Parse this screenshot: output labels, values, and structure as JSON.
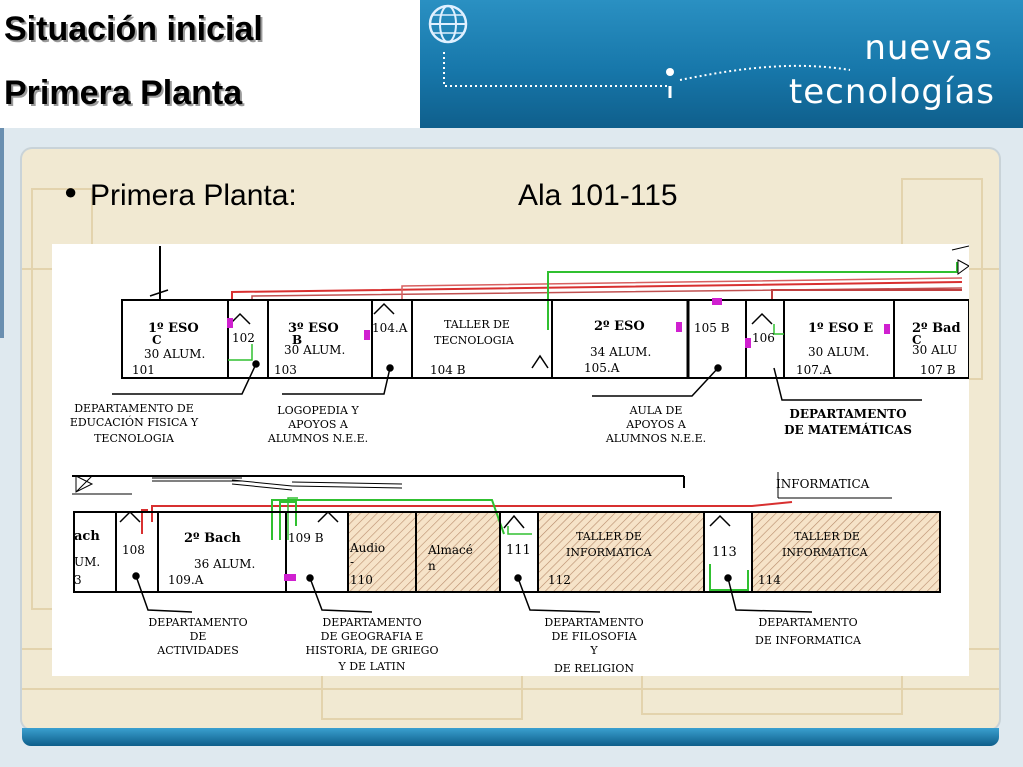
{
  "header": {
    "title_line1": "Situación inicial",
    "title_line2": "Primera Planta",
    "brand_line1": "nuevas",
    "brand_line2": "tecnologías",
    "colors": {
      "bar": "#1a7db0",
      "brand_text": "#ffffff"
    }
  },
  "content": {
    "bullet_label": "Primera Planta:",
    "bullet_value": "Ala 101-115"
  },
  "plan_top": {
    "rooms": [
      {
        "name": "1º ESO",
        "sub": "C",
        "students": "30 ALUM.",
        "num": "101"
      },
      {
        "name": "102"
      },
      {
        "name": "3º ESO",
        "sub": "B",
        "students": "30 ALUM.",
        "num": "103"
      },
      {
        "name": "104.A"
      },
      {
        "name": "TALLER DE",
        "sub": "TECNOLOGIA",
        "num": "104 B"
      },
      {
        "name": "2º ESO",
        "students": "34 ALUM.",
        "num": "105.A"
      },
      {
        "name": "105 B"
      },
      {
        "name": "106"
      },
      {
        "name": "1º ESO E",
        "students": "30 ALUM.",
        "num": "107.A"
      },
      {
        "name": "2º Bad",
        "sub": "C",
        "students": "30 ALU",
        "num": "107 B"
      }
    ],
    "labels": [
      [
        "DEPARTAMENTO DE",
        "EDUCACIÓN FISICA Y",
        "TECNOLOGIA"
      ],
      [
        "LOGOPEDIA Y",
        "APOYOS A",
        "ALUMNOS N.E.E."
      ],
      [
        "AULA DE",
        "APOYOS A",
        "ALUMNOS N.E.E."
      ],
      [
        "DEPARTAMENTO",
        "DE MATEMÁTICAS"
      ]
    ]
  },
  "plan_bottom": {
    "rooms": [
      {
        "name": "ach",
        "students": "UM.",
        "num": "3"
      },
      {
        "name": "108"
      },
      {
        "name": "2º Bach",
        "students": "36 ALUM.",
        "num": "109.A"
      },
      {
        "name": "109 B"
      },
      {
        "name": "Audio",
        "sub": "-",
        "num": "110"
      },
      {
        "name": "Almacé",
        "sub": "n"
      },
      {
        "name": "111"
      },
      {
        "name": "TALLER DE",
        "sub": "INFORMATICA",
        "num": "112"
      },
      {
        "name": "113"
      },
      {
        "name": "TALLER DE",
        "sub": "INFORMATICA",
        "num": "114"
      }
    ],
    "top_label": "INFORMATICA",
    "labels": [
      [
        "DEPARTAMENTO",
        "DE",
        "ACTIVIDADES"
      ],
      [
        "DEPARTAMENTO",
        "DE GEOGRAFIA E",
        "HISTORIA, DE GRIEGO",
        "Y DE LATIN"
      ],
      [
        "DEPARTAMENTO",
        "DE FILOSOFIA",
        "Y",
        "DE RELIGION"
      ],
      [
        "DEPARTAMENTO",
        "DE INFORMATICA"
      ]
    ]
  },
  "colors": {
    "red_cable": "#d83030",
    "green_cable": "#30c030",
    "magenta_point": "#d020d0"
  }
}
